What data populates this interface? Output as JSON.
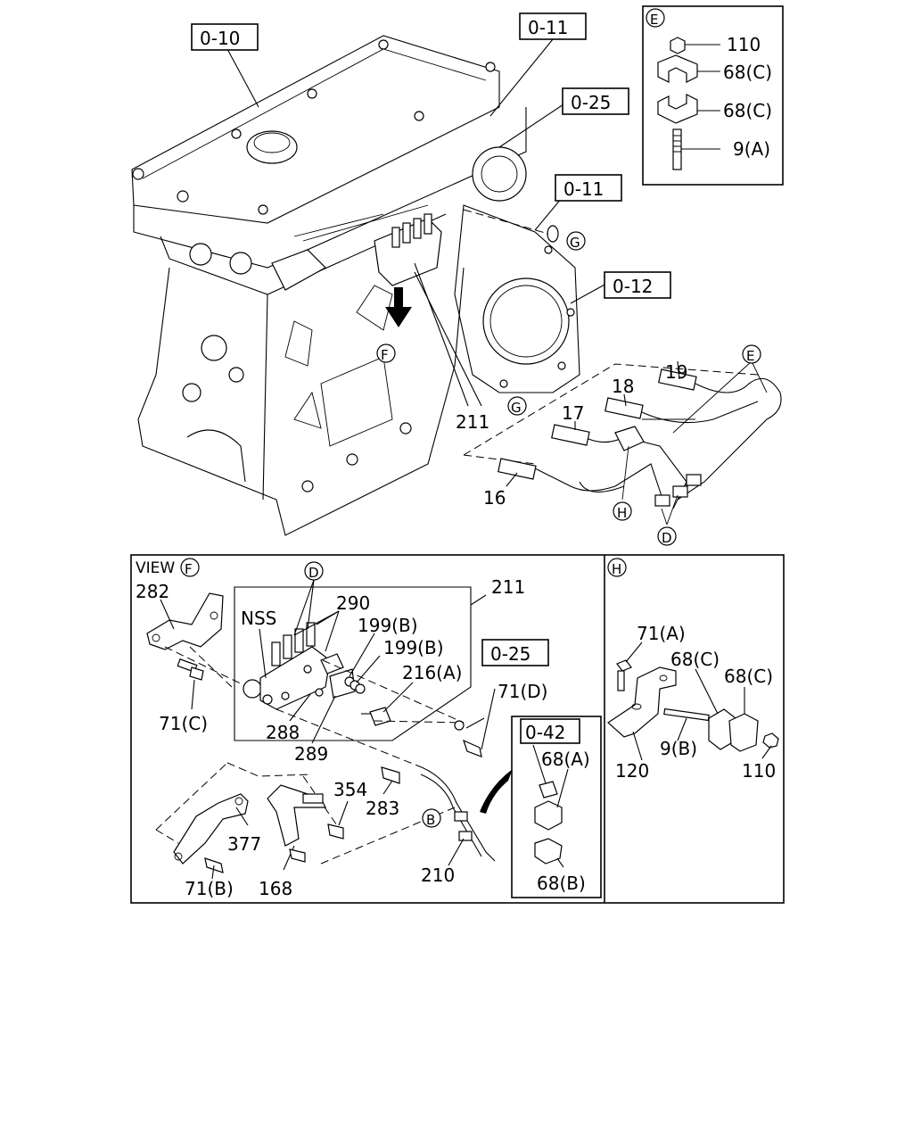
{
  "refs": {
    "r0_10": "0-10",
    "r0_11_top": "0-11",
    "r0_25_top": "0-25",
    "r0_11_mid": "0-11",
    "r0_12": "0-12",
    "r0_25_view": "0-25",
    "r0_42": "0-42"
  },
  "callouts": {
    "E": "E",
    "F": "F",
    "G": "G",
    "D": "D",
    "H": "H",
    "B": "B"
  },
  "panel_e": {
    "n110": "110",
    "n68c_1": "68(C)",
    "n68c_2": "68(C)",
    "n9a": "9(A)"
  },
  "main": {
    "n19": "19",
    "n18": "18",
    "n17": "17",
    "n16": "16",
    "n211": "211"
  },
  "view_f": {
    "view": "VIEW",
    "n282": "282",
    "nss": "NSS",
    "n290": "290",
    "n211": "211",
    "n199b_1": "199(B)",
    "n199b_2": "199(B)",
    "n216a": "216(A)",
    "n71d": "71(D)",
    "n71c": "71(C)",
    "n288": "288",
    "n289": "289",
    "n283": "283",
    "n354": "354",
    "n377": "377",
    "n71b": "71(B)",
    "n168": "168",
    "n210": "210",
    "n68a": "68(A)",
    "n68b": "68(B)"
  },
  "panel_h": {
    "n71a": "71(A)",
    "n68c_1": "68(C)",
    "n68c_2": "68(C)",
    "n9b": "9(B)",
    "n120": "120",
    "n110": "110"
  }
}
